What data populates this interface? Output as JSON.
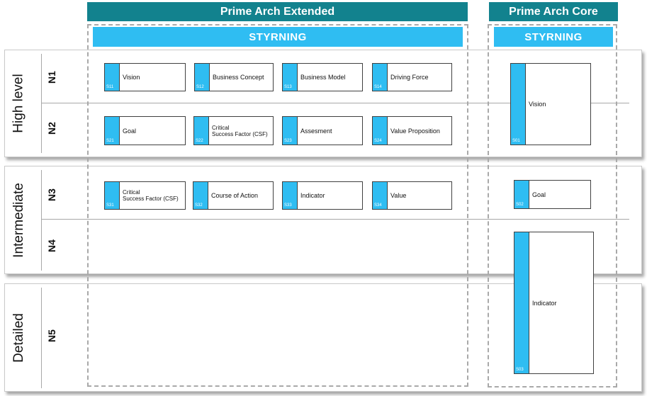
{
  "headers": {
    "extended_title": "Prime Arch Extended",
    "core_title": "Prime Arch Core",
    "extended_section": "STYRNING",
    "core_section": "STYRNING"
  },
  "levels": {
    "high": "High level",
    "intermediate": "Intermediate",
    "detailed": "Detailed"
  },
  "rows": {
    "n1": "N1",
    "n2": "N2",
    "n3": "N3",
    "n4": "N4",
    "n5": "N5"
  },
  "extended": {
    "s11": {
      "code": "S11",
      "label": "Vision"
    },
    "s12": {
      "code": "S12",
      "label": "Business Concept"
    },
    "s13": {
      "code": "S13",
      "label": "Business Model"
    },
    "s14": {
      "code": "S14",
      "label": "Driving Force"
    },
    "s21": {
      "code": "S21",
      "label": "Goal"
    },
    "s22": {
      "code": "S22",
      "label": "Critical\nSuccess Factor (CSF)"
    },
    "s23": {
      "code": "S23",
      "label": "Assesment"
    },
    "s24": {
      "code": "S24",
      "label": "Value Proposition"
    },
    "s31": {
      "code": "S31",
      "label": "Critical\nSuccess Factor (CSF)"
    },
    "s32": {
      "code": "S32",
      "label": "Course of Action"
    },
    "s33": {
      "code": "S33",
      "label": "Indicator"
    },
    "s34": {
      "code": "S34",
      "label": "Value"
    }
  },
  "core": {
    "s01": {
      "code": "S01",
      "label": "Vision"
    },
    "s02": {
      "code": "S02",
      "label": "Goal"
    },
    "s03": {
      "code": "S03",
      "label": "Indicator"
    }
  },
  "colors": {
    "header": "#12828e",
    "section": "#2fbdf2",
    "strip": "#2fbdf2"
  }
}
